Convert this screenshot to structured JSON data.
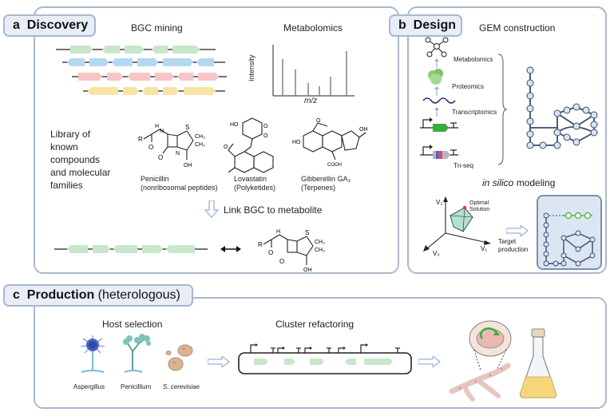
{
  "panels": {
    "a": {
      "letter": "a",
      "title": "Discovery",
      "bgc_mining": "BGC mining",
      "metabolomics": "Metabolomics",
      "intensity": "Intensity",
      "mz": "m/z",
      "library": [
        "Library of",
        "known",
        "compounds",
        "and molecular",
        "families"
      ],
      "compounds": [
        {
          "name": "Penicillin",
          "class": "(nonribosomal peptides)"
        },
        {
          "name": "Lovastatin",
          "class": "(Polyketides)"
        },
        {
          "name": "Gibberellin GA₃",
          "class": "(Terpenes)"
        }
      ],
      "link": "Link BGC to metabolite"
    },
    "b": {
      "letter": "b",
      "title": "Design",
      "gem": "GEM construction",
      "omics": [
        "Metabolomics",
        "Proteomics",
        "Transcriptomics",
        "Tn-seq"
      ],
      "insilico_em": "in silico",
      "insilico_rest": " modeling",
      "axes": [
        "V₂",
        "V₁",
        "V₃"
      ],
      "optimal": [
        "Optimal",
        "Solution"
      ],
      "target": [
        "Target",
        "production"
      ]
    },
    "c": {
      "letter": "c",
      "title": "Production",
      "subtitle": " (heterologous)",
      "host": "Host selection",
      "cluster": "Cluster refactoring",
      "hosts": [
        "Aspergillus",
        "Penicillium",
        "S. cerevisiae"
      ]
    },
    "chem": {
      "R": "R",
      "H": "H",
      "N": "N",
      "O": "O",
      "S": "S",
      "OH": "OH",
      "CH3": "CH₃",
      "HO": "HO",
      "COOH": "COOH"
    }
  },
  "colors": {
    "border": "#aab8cc",
    "tab_bg": "#e8eef8",
    "gene_green": "#c8e6c9",
    "gene_blue": "#b3d9f2",
    "gene_pink": "#f7c6c7",
    "gene_yellow": "#f9e4a8",
    "network": "#3b4a6b",
    "node": "#d6e4f5",
    "arrow": "#9bb0d6"
  }
}
